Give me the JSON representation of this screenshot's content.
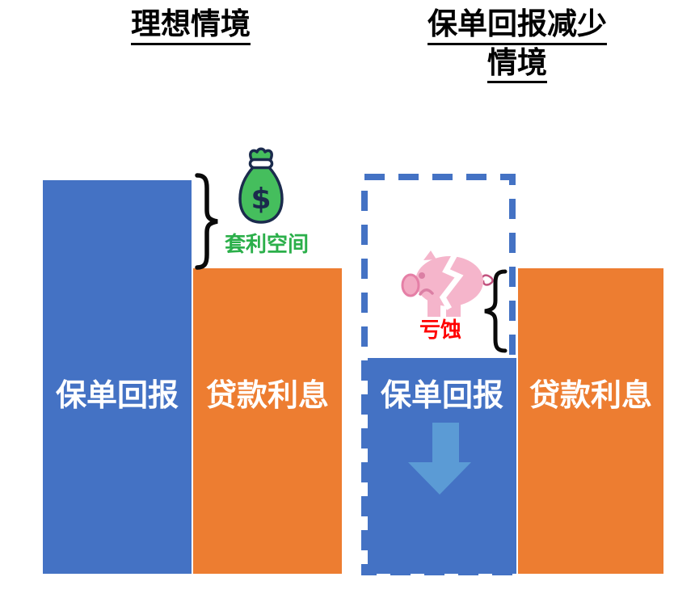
{
  "diagram": {
    "left_scenario": {
      "title": "理想情境",
      "policy_bar_label": "保单回报",
      "loan_bar_label": "贷款利息",
      "gap_label": "套利空间"
    },
    "right_scenario": {
      "title_line1": "保单回报减少",
      "title_line2": "情境",
      "policy_bar_label": "保单回报",
      "loan_bar_label": "贷款利息",
      "gap_label": "亏蚀"
    },
    "icons": {
      "money_bag": "money-bag-icon",
      "broken_piggy_bank": "broken-piggy-bank-icon",
      "down_arrow": "down-arrow-icon",
      "curly_brace_right": "curly-brace-right-icon",
      "curly_brace_left": "curly-brace-left-icon",
      "dashed_outline": "original-policy-height-dashed-outline"
    },
    "colors": {
      "policy_bar_blue": "#4472C4",
      "loan_bar_orange": "#ED7D31",
      "arrow_light_blue": "#5B9BD5",
      "dashed_outline_blue": "#4472C4",
      "gap_label_green": "#2BAF4A",
      "loss_label_red": "#FF0000",
      "money_bag_green": "#45BE5D",
      "money_bag_outline_navy": "#1B2B4D",
      "piggy_pink": "#F5B5CB",
      "brace_black": "#0A0A0A",
      "title_black": "#000000",
      "bar_text_white": "#FFFFFF"
    }
  }
}
